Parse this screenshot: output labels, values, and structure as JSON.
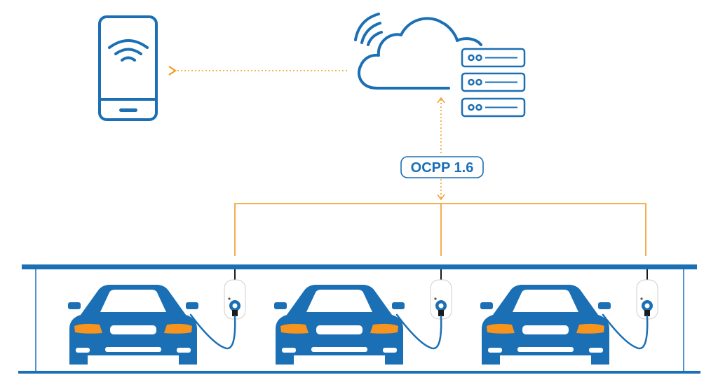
{
  "protocol_label": "OCPP 1.6",
  "colors": {
    "primary_blue": "#1b6fb5",
    "orange_accent": "#f39a1f",
    "headlight_orange": "#f7941d",
    "background": "#ffffff"
  },
  "icons": {
    "phone": "smartphone-icon",
    "cloud": "cloud-icon",
    "server": "server-stack-icon",
    "charger": "ev-charger-icon",
    "car": "car-icon"
  },
  "stations": [
    {
      "id": "station-1"
    },
    {
      "id": "station-2"
    },
    {
      "id": "station-3"
    }
  ]
}
